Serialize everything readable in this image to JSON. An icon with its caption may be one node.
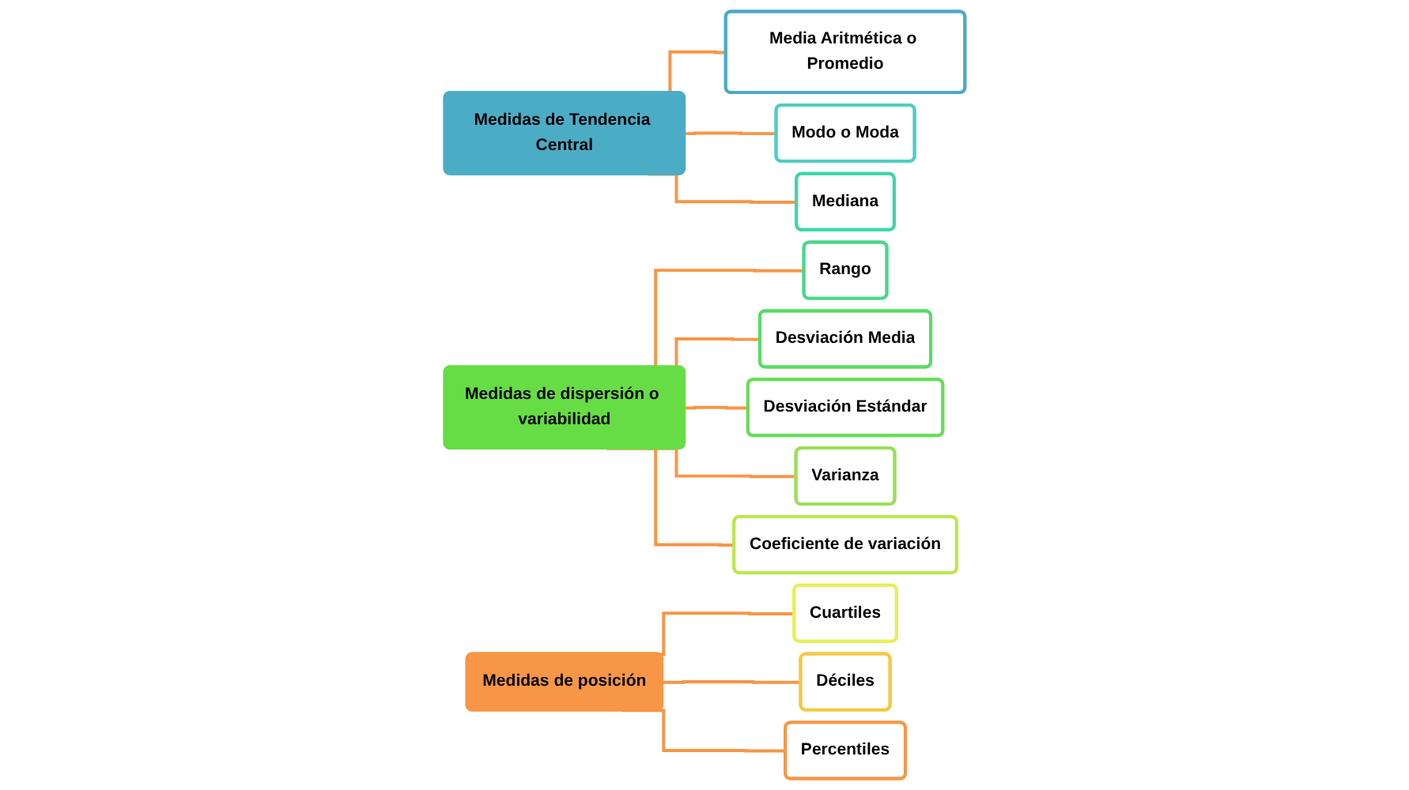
{
  "diagram": {
    "nodes": [
      {
        "text": [
          "Medidas de Tendencia Central"
        ]
      },
      {
        "text": [
          "Media Aritmética o Promedio"
        ]
      },
      {
        "text": [
          "Modo o Moda"
        ]
      },
      {
        "text": [
          "Mediana"
        ]
      },
      {
        "text": [
          "Medidas de dispersión o variabilidad"
        ]
      },
      {
        "text": [
          "Rango"
        ]
      },
      {
        "text": [
          "Desviación Media"
        ]
      },
      {
        "text": [
          "Desviación Estándar"
        ]
      },
      {
        "text": [
          "Varianza"
        ]
      },
      {
        "text": [
          "Coeficiente de variación"
        ]
      },
      {
        "text": [
          "Medidas de posición"
        ]
      },
      {
        "text": [
          "Cuartiles"
        ]
      },
      {
        "text": [
          "Déciles"
        ]
      },
      {
        "text": [
          "Percentiles"
        ]
      }
    ],
    "edges": [
      {
        "from": 0,
        "to": 1,
        "arrow": "none"
      },
      {
        "from": 0,
        "to": 2,
        "arrow": "none"
      },
      {
        "from": 0,
        "to": 3,
        "arrow": "none"
      },
      {
        "from": 4,
        "to": 5,
        "arrow": "none"
      },
      {
        "from": 4,
        "to": 6,
        "arrow": "none"
      },
      {
        "from": 4,
        "to": 7,
        "arrow": "none"
      },
      {
        "from": 4,
        "to": 8,
        "arrow": "none"
      },
      {
        "from": 4,
        "to": 9,
        "arrow": "none"
      },
      {
        "from": 10,
        "to": 11,
        "arrow": "none"
      },
      {
        "from": 10,
        "to": 12,
        "arrow": "none"
      },
      {
        "from": 10,
        "to": 13,
        "arrow": "none"
      }
    ]
  }
}
